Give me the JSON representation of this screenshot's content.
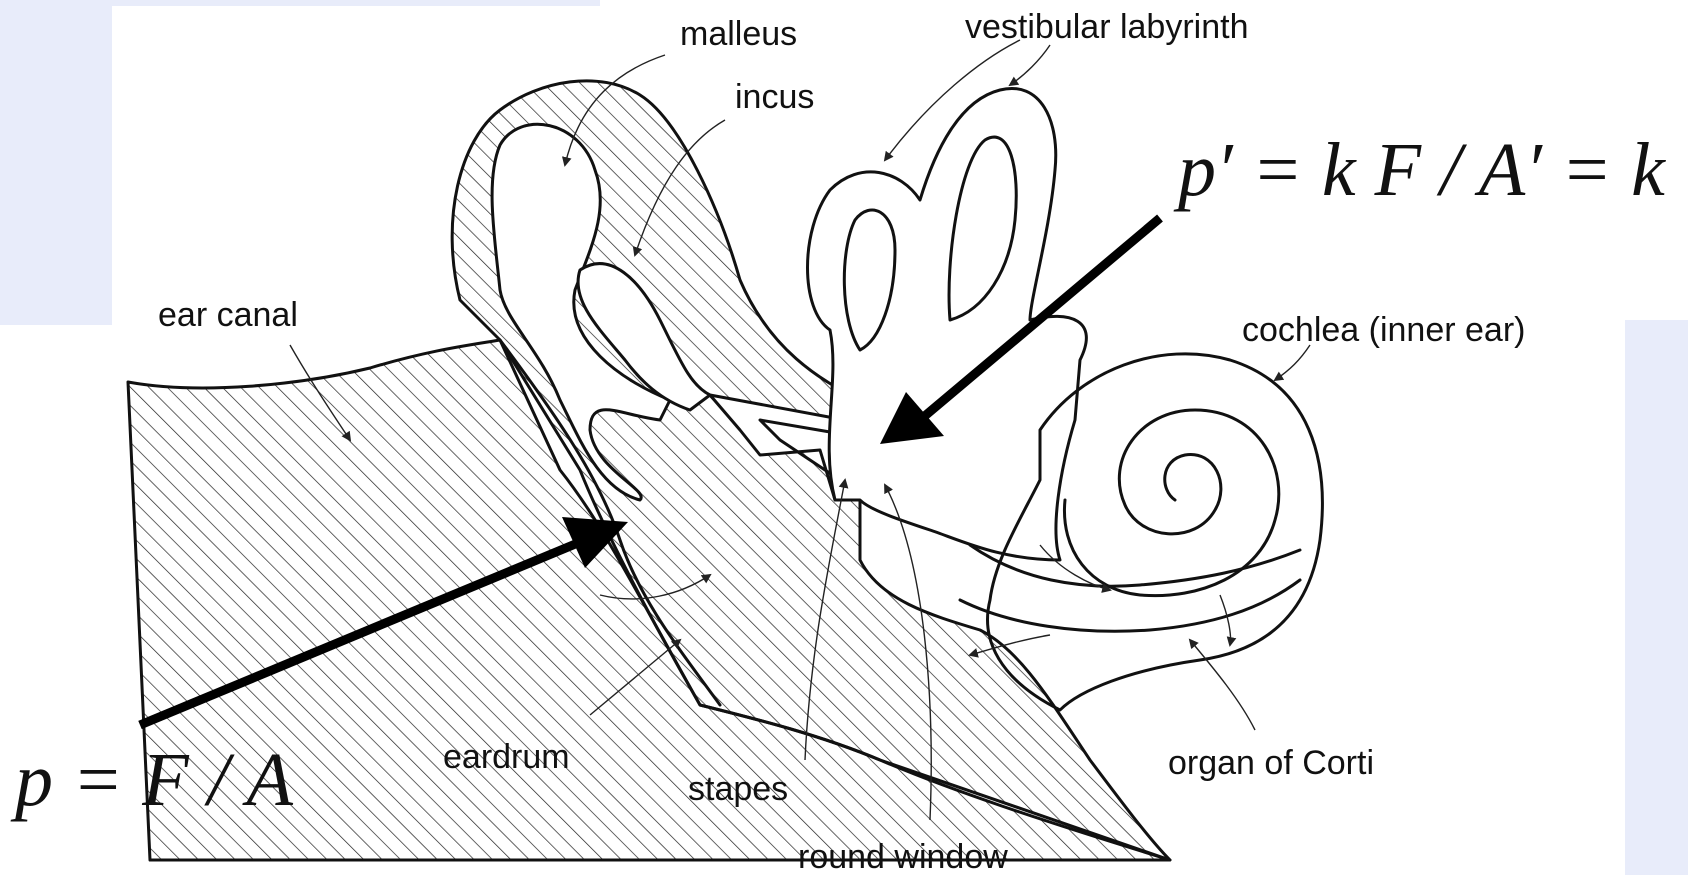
{
  "labels": {
    "malleus": "malleus",
    "incus": "incus",
    "vestibular": "vestibular labyrinth",
    "ear_canal": "ear canal",
    "cochlea": "cochlea (inner ear)",
    "eardrum": "eardrum",
    "stapes": "stapes",
    "round_window": "round window",
    "organ_corti": "organ of Corti"
  },
  "formulas": {
    "inner": "p′ = k F / A′ = k",
    "outer": "p = F / A"
  },
  "colors": {
    "panel": "#e8ecfa",
    "line": "#111111"
  }
}
